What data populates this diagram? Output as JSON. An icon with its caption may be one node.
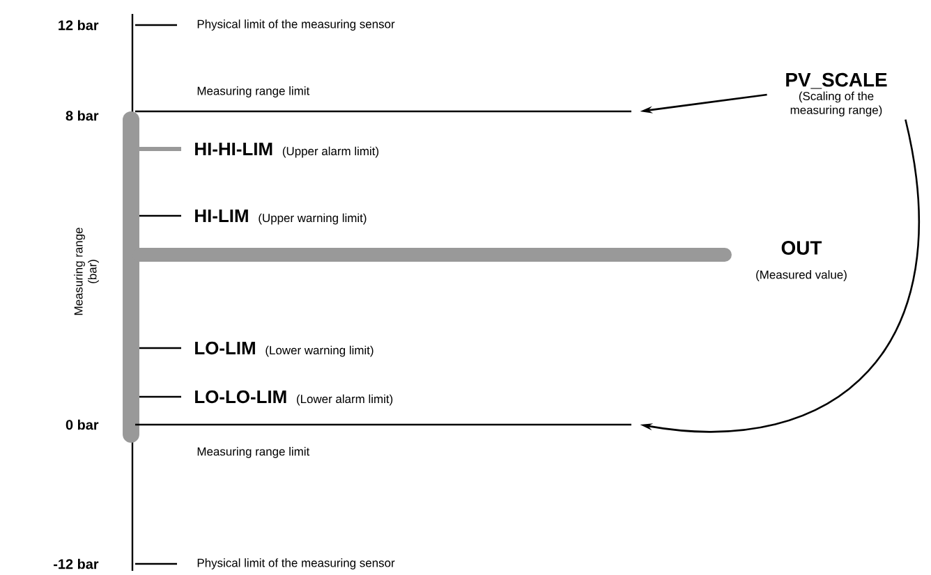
{
  "diagram": {
    "nodes": [
      {
        "text": [
          "PV_SCALE",
          "(Scaling of the measuring range)"
        ]
      },
      {
        "text": [],
        "shape": "line"
      },
      {
        "text": [],
        "shape": "line"
      }
    ],
    "edges": [
      {
        "from": 0,
        "to": 1,
        "arrow": "to"
      },
      {
        "from": 0,
        "to": 2,
        "arrow": "to"
      }
    ],
    "labels": [
      "12 bar",
      "Physical limit of the measuring sensor",
      "Measuring range limit",
      "8 bar",
      "HI-HI-LIM",
      "(Upper alarm limit)",
      "Measuring range (bar)",
      "HI-LIM",
      "(Upper warning limit)",
      "OUT",
      "(Measured value)",
      "LO-LIM",
      "(Lower warning limit)",
      "LO-LO-LIM",
      "(Lower alarm limit)",
      "0 bar",
      "Measuring range limit",
      "-12 bar",
      "Physical limit of the measuring sensor"
    ]
  }
}
